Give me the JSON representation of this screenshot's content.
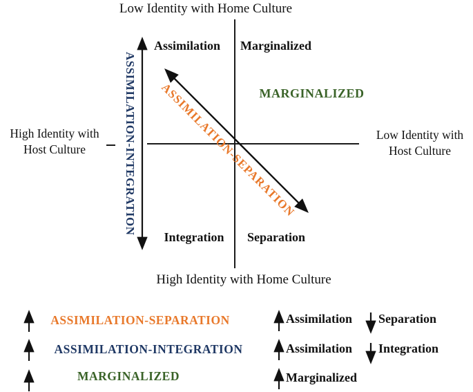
{
  "colors": {
    "assimilation_separation_orange": "#E8782A",
    "assimilation_integration_blue": "#1F3864",
    "marginalized_green": "#3A6328",
    "axis_black": "#1a1a1a"
  },
  "matrix": {
    "top_axis": "Low Identity with Home Culture",
    "bottom_axis": "High Identity with Home Culture",
    "left_axis": {
      "line1": "High Identity with",
      "line2": "Host Culture"
    },
    "right_axis": {
      "line1": "Low Identity with",
      "line2": "Host Culture"
    },
    "quadrants": {
      "top_left": "Assimilation",
      "top_right": "Marginalized",
      "bottom_left": "Integration",
      "bottom_right": "Separation"
    },
    "vertical_strategy": "ASSIMILATION-INTEGRATION",
    "diagonal_strategy": "ASSIMILATION-SEPARATION",
    "highlighted_quadrant": "MARGINALIZED"
  },
  "legend": {
    "strategies": [
      {
        "label": "ASSIMILATION-SEPARATION",
        "color": "#E8782A",
        "direction": "up"
      },
      {
        "label": "ASSIMILATION-INTEGRATION",
        "color": "#1F3864",
        "direction": "up"
      },
      {
        "label": "MARGINALIZED",
        "color": "#3A6328",
        "direction": "up"
      }
    ],
    "components": [
      {
        "up": "Assimilation",
        "down": "Separation"
      },
      {
        "up": "Assimilation",
        "down": "Integration"
      },
      {
        "up": "Marginalized"
      }
    ]
  }
}
